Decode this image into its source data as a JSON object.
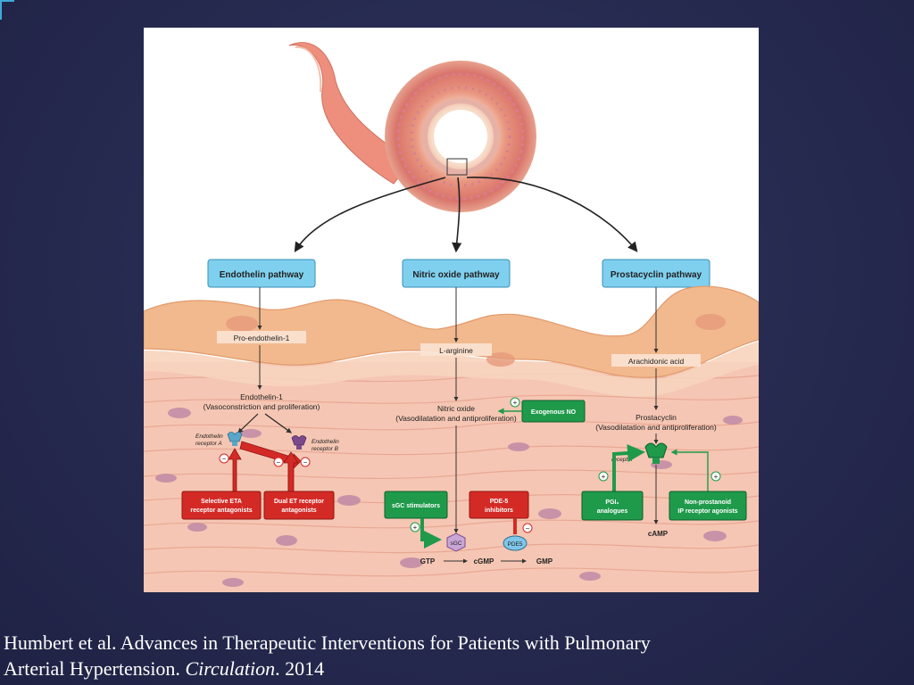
{
  "slide": {
    "caption": {
      "line1": "Humbert et al.  Advances in Therapeutic Interventions for Patients with Pulmonary",
      "line2_prefix": "Arterial Hypertension.  ",
      "journal": "Circulation",
      "line2_suffix": ".  2014"
    }
  },
  "diagram": {
    "pathways": {
      "endothelin": "Endothelin pathway",
      "nitric_oxide": "Nitric oxide pathway",
      "prostacyclin": "Prostacyclin pathway"
    },
    "endothelin": {
      "precursor": "Pro-endothelin-1",
      "product": "Endothelin-1",
      "product_effect": "(Vasoconstriction and proliferation)",
      "receptor_a_line1": "Endothelin",
      "receptor_a_line2": "receptor A",
      "receptor_b_line1": "Endothelin",
      "receptor_b_line2": "receptor B",
      "drug1_line1": "Selective ETA",
      "drug1_line2": "receptor antagonists",
      "drug2_line1": "Dual ET receptor",
      "drug2_line2": "antagonists",
      "inhibit_sign": "−"
    },
    "nitric_oxide": {
      "precursor": "L-arginine",
      "product": "Nitric oxide",
      "product_effect": "(Vasodilatation and antiproliferation)",
      "exogenous": "Exogenous NO",
      "sgc_stimulators": "sGC stimulators",
      "pde5_line1": "PDE-5",
      "pde5_line2": "inhibitors",
      "sgc": "sGC",
      "pde5": "PDE5",
      "gtp": "GTP",
      "cgmp": "cGMP",
      "gmp": "GMP",
      "plus_sign": "+",
      "minus_sign": "−"
    },
    "prostacyclin": {
      "precursor": "Arachidonic acid",
      "product": "Prostacyclin",
      "product_effect": "(Vasodilatation and antiproliferation)",
      "receptor_line1": "IP",
      "receptor_line2": "receptor",
      "drug1_line1": "PGI₂",
      "drug1_line2": "analogues",
      "drug2_line1": "Non-prostanoid",
      "drug2_line2": "IP receptor agonists",
      "camp": "cAMP",
      "plus_sign": "+"
    },
    "colors": {
      "pathway_box": "#7fd0ef",
      "inhibitor_red": "#d42a26",
      "agonist_green": "#1f9a4b",
      "endothelium": "#f2b98e",
      "smooth_muscle": "#f5c6b3",
      "nucleus": "#c08aa6"
    }
  }
}
